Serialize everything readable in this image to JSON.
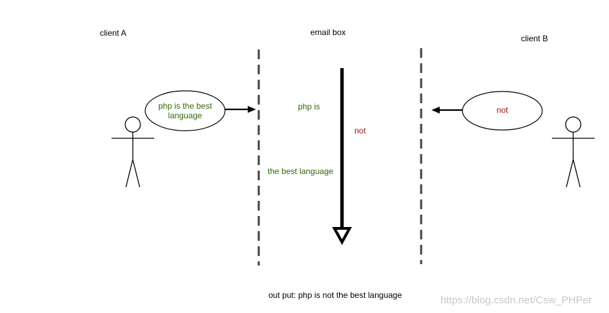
{
  "labels": {
    "client_a": "client A",
    "email_box": "email box",
    "client_b": "client B"
  },
  "messages": {
    "client_a_message": "php is the best language",
    "client_b_message": "not",
    "box_part_1": "php is",
    "box_part_2": "not",
    "box_part_3": "the best language"
  },
  "output": "out put: php is not the best language",
  "watermark": "https://blog.csdn.net/Csw_PHPer",
  "colors": {
    "client_a_text": "#2e6b0b",
    "client_b_text": "#aa1111",
    "lines": "#000000",
    "dashed_lines": "#444444",
    "watermark": "#c8c8c8"
  }
}
